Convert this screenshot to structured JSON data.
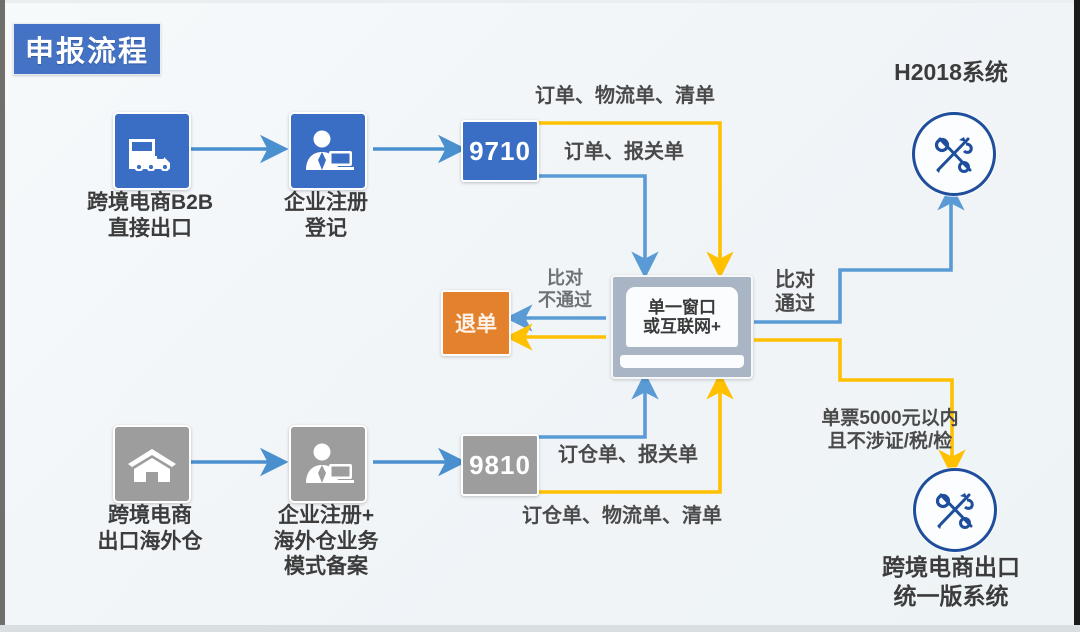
{
  "title": {
    "text": "申报流程"
  },
  "colors": {
    "title_bg": "#4472c4",
    "blue_node": "#3a6dc4",
    "gray_node": "#9d9d9d",
    "orange_node": "#e4812c",
    "laptop_gray": "#a9b4c4",
    "blue_wire": "#5b9bd5",
    "yellow_wire": "#ffc000",
    "emblem_blue": "#1f4e9c",
    "background": "#f3f7f9"
  },
  "top_row": {
    "source": {
      "icon": "truck-icon",
      "label_line1": "跨境电商B2B",
      "label_line2": "直接出口"
    },
    "register": {
      "icon": "person-laptop-icon",
      "label_line1": "企业注册",
      "label_line2": "登记"
    },
    "code": {
      "value": "9710"
    }
  },
  "bottom_row": {
    "source": {
      "icon": "warehouse-icon",
      "label_line1": "跨境电商",
      "label_line2": "出口海外仓"
    },
    "register": {
      "icon": "person-laptop-icon",
      "label_line1": "企业注册+",
      "label_line2": "海外仓业务",
      "label_line3": "模式备案"
    },
    "code": {
      "value": "9810"
    }
  },
  "center": {
    "line1": "单一窗口",
    "line2": "或互联网+"
  },
  "reject": {
    "label": "退单"
  },
  "flow_labels": {
    "top_yellow": "订单、物流单、清单",
    "top_blue": "订单、报关单",
    "bottom_blue": "订仓单、报关单",
    "bottom_yellow": "订仓单、物流单、清单",
    "reject_line1": "比对",
    "reject_line2": "不通过",
    "pass_line1": "比对",
    "pass_line2": "通过",
    "limit_line1": "单票5000元以内",
    "limit_line2": "且不涉证/税/检"
  },
  "systems": {
    "h2018": {
      "title": "H2018系统",
      "icon": "customs-emblem-icon"
    },
    "unified": {
      "title_line1": "跨境电商出口",
      "title_line2": "统一版系统",
      "icon": "customs-emblem-icon"
    }
  }
}
